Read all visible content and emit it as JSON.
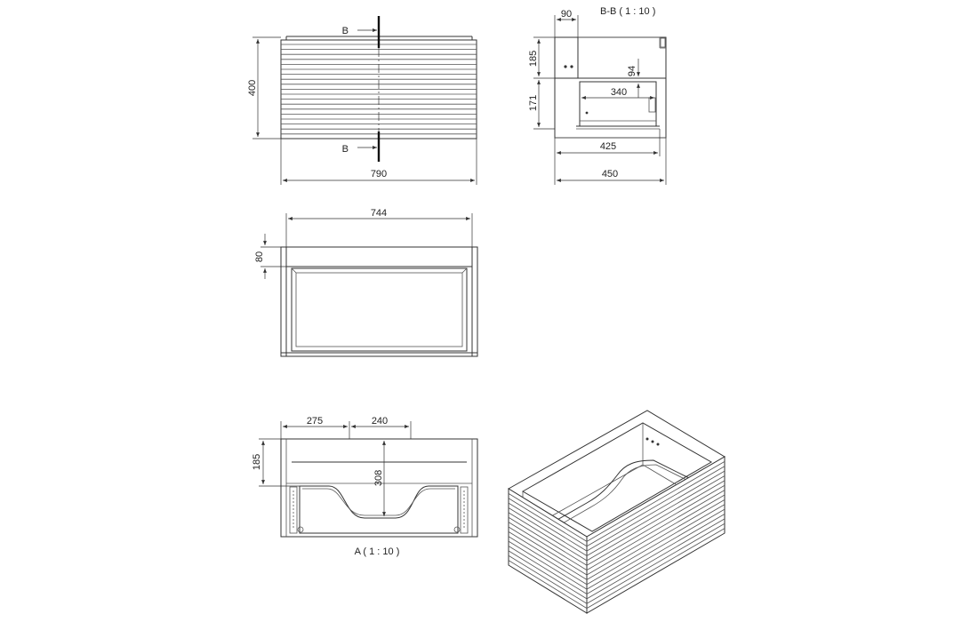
{
  "front_view": {
    "width_label": "790",
    "height_label": "400",
    "section_mark_top": "B",
    "section_mark_bottom": "B"
  },
  "section_bb": {
    "title": "B-B ( 1 : 10 )",
    "dim_90": "90",
    "dim_185": "185",
    "dim_94": "94",
    "dim_171": "171",
    "dim_340": "340",
    "dim_425": "425",
    "dim_450": "450"
  },
  "top_view": {
    "width_label": "744",
    "depth_label": "80"
  },
  "view_a": {
    "title": "A ( 1 : 10 )",
    "dim_275": "275",
    "dim_240": "240",
    "dim_308": "308",
    "dim_185": "185"
  }
}
